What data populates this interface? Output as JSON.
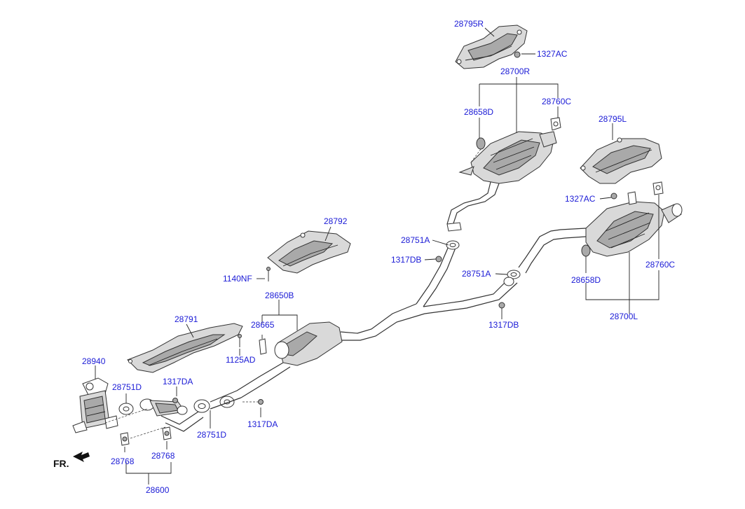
{
  "diagram": {
    "front_indicator": "FR.",
    "labels": {
      "p28795R": "28795R",
      "p1327AC_top": "1327AC",
      "p28700R": "28700R",
      "p28658D_top": "28658D",
      "p28760C_top": "28760C",
      "p28795L": "28795L",
      "p1327AC_right": "1327AC",
      "p28792": "28792",
      "p28751A_mid": "28751A",
      "p1317DB_mid": "1317DB",
      "p1140NF": "1140NF",
      "p28751A_right": "28751A",
      "p28658D_right": "28658D",
      "p28760C_right": "28760C",
      "p28650B": "28650B",
      "p1317DB_right": "1317DB",
      "p28700L": "28700L",
      "p28791": "28791",
      "p28665": "28665",
      "p1125AD": "1125AD",
      "p28940": "28940",
      "p28751D_left": "28751D",
      "p1317DA_left": "1317DA",
      "p1317DA_right": "1317DA",
      "p28751D_mid": "28751D",
      "p28768_left": "28768",
      "p28768_right": "28768",
      "p28600": "28600"
    }
  }
}
